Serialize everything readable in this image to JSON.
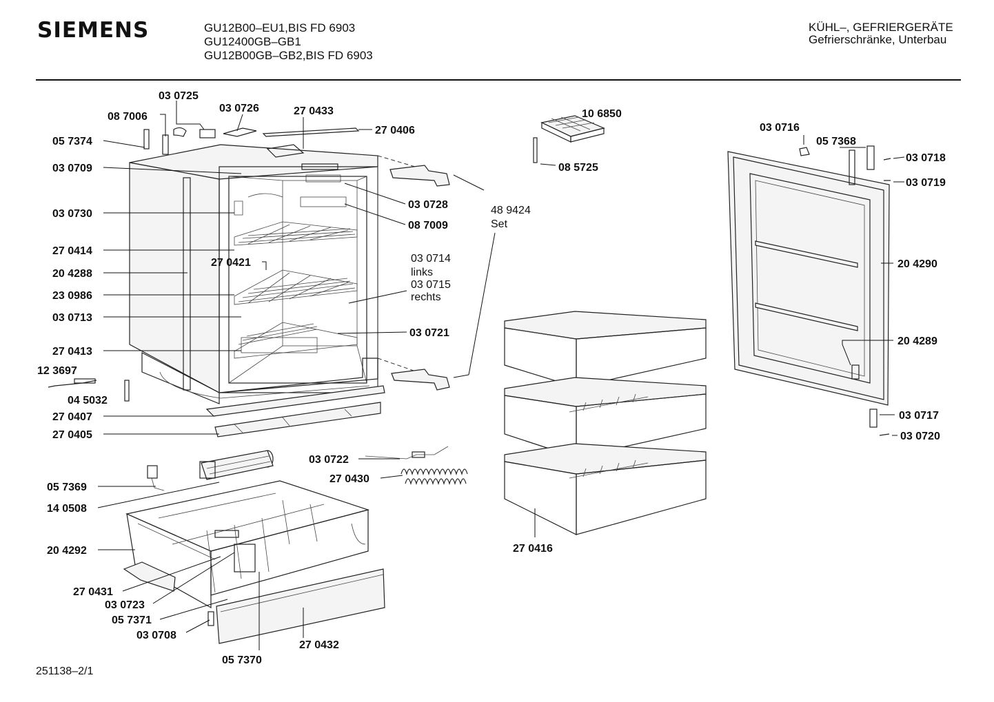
{
  "header": {
    "brand": "SIEMENS",
    "models": [
      "GU12B00–EU1,BIS FD 6903",
      "GU12400GB–GB1",
      "GU12B00GB–GB2,BIS FD 6903"
    ],
    "category_line1": "KÜHL–, GEFRIERGERÄTE",
    "category_line2": "Gefrierschränke, Unterbau"
  },
  "footer": {
    "doc_number": "251138–2/1"
  },
  "labels": [
    {
      "id": "030725",
      "text": "03 0725"
    },
    {
      "id": "087006",
      "text": "08 7006"
    },
    {
      "id": "030726",
      "text": "03 0726"
    },
    {
      "id": "270433",
      "text": "27 0433"
    },
    {
      "id": "270406",
      "text": "27 0406"
    },
    {
      "id": "057374",
      "text": "05 7374"
    },
    {
      "id": "030709",
      "text": "03 0709"
    },
    {
      "id": "030730",
      "text": "03 0730"
    },
    {
      "id": "030728",
      "text": "03 0728"
    },
    {
      "id": "087009",
      "text": "08 7009"
    },
    {
      "id": "270414",
      "text": "27 0414"
    },
    {
      "id": "270421",
      "text": "27 0421"
    },
    {
      "id": "204288",
      "text": "20 4288"
    },
    {
      "id": "230986",
      "text": "23 0986"
    },
    {
      "id": "030713",
      "text": "03 0713"
    },
    {
      "id": "030721",
      "text": "03 0721"
    },
    {
      "id": "270413",
      "text": "27 0413"
    },
    {
      "id": "123697",
      "text": "12 3697"
    },
    {
      "id": "045032",
      "text": "04 5032"
    },
    {
      "id": "270407",
      "text": "27 0407"
    },
    {
      "id": "270405",
      "text": "27 0405"
    },
    {
      "id": "030722",
      "text": "03 0722"
    },
    {
      "id": "270430",
      "text": "27 0430"
    },
    {
      "id": "057369",
      "text": "05 7369"
    },
    {
      "id": "140508",
      "text": "14 0508"
    },
    {
      "id": "204292",
      "text": "20 4292"
    },
    {
      "id": "270431",
      "text": "27 0431"
    },
    {
      "id": "030723",
      "text": "03 0723"
    },
    {
      "id": "057371",
      "text": "05 7371"
    },
    {
      "id": "030708",
      "text": "03 0708"
    },
    {
      "id": "270432",
      "text": "27 0432"
    },
    {
      "id": "057370",
      "text": "05 7370"
    },
    {
      "id": "106850",
      "text": "10 6850"
    },
    {
      "id": "085725",
      "text": "08 5725"
    },
    {
      "id": "270416",
      "text": "27 0416"
    },
    {
      "id": "030716",
      "text": "03 0716"
    },
    {
      "id": "057368",
      "text": "05 7368"
    },
    {
      "id": "030718",
      "text": "03 0718"
    },
    {
      "id": "030719",
      "text": "03 0719"
    },
    {
      "id": "204290",
      "text": "20 4290"
    },
    {
      "id": "204289",
      "text": "20 4289"
    },
    {
      "id": "030717",
      "text": "03 0717"
    },
    {
      "id": "030720",
      "text": "03 0720"
    }
  ],
  "set_label": {
    "number": "48 9424",
    "word": "Set"
  },
  "side_labels": {
    "left_number": "03 0714",
    "left_word": "links",
    "right_number": "03 0715",
    "right_word": "rechts"
  }
}
